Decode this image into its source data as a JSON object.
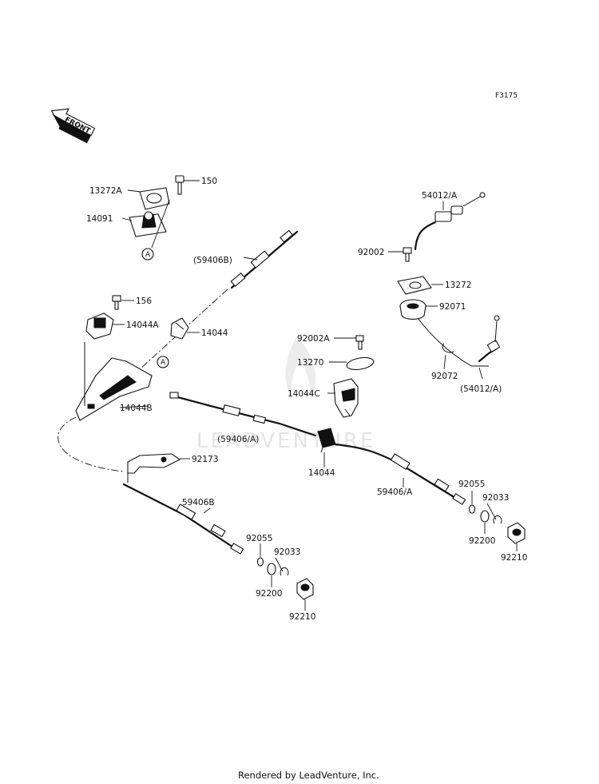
{
  "figure_code": "F3175",
  "front_label": "FRONT",
  "watermark": "LEADVENTURE",
  "footer": "Rendered by LeadVenture, Inc.",
  "ref_marker": "A",
  "labels": {
    "p13272A": "13272A",
    "p150": "150",
    "p14091": "14091",
    "p59406B_paren": "(59406B)",
    "p156": "156",
    "p14044A": "14044A",
    "p14044_upper": "14044",
    "p14044B": "14044B",
    "p59406A_paren": "(59406/A)",
    "p92173": "92173",
    "p59406B": "59406B",
    "p92055_left": "92055",
    "p92033_left": "92033",
    "p92200_left": "92200",
    "p92210_left": "92210",
    "p54012A": "54012/A",
    "p92002": "92002",
    "p13272": "13272",
    "p92071": "92071",
    "p92002A": "92002A",
    "p13270": "13270",
    "p14044C": "14044C",
    "p92072": "92072",
    "p54012A_paren": "(54012/A)",
    "p14044_lower": "14044",
    "p59406A": "59406/A",
    "p92055_right": "92055",
    "p92033_right": "92033",
    "p92200_right": "92200",
    "p92210_right": "92210"
  }
}
